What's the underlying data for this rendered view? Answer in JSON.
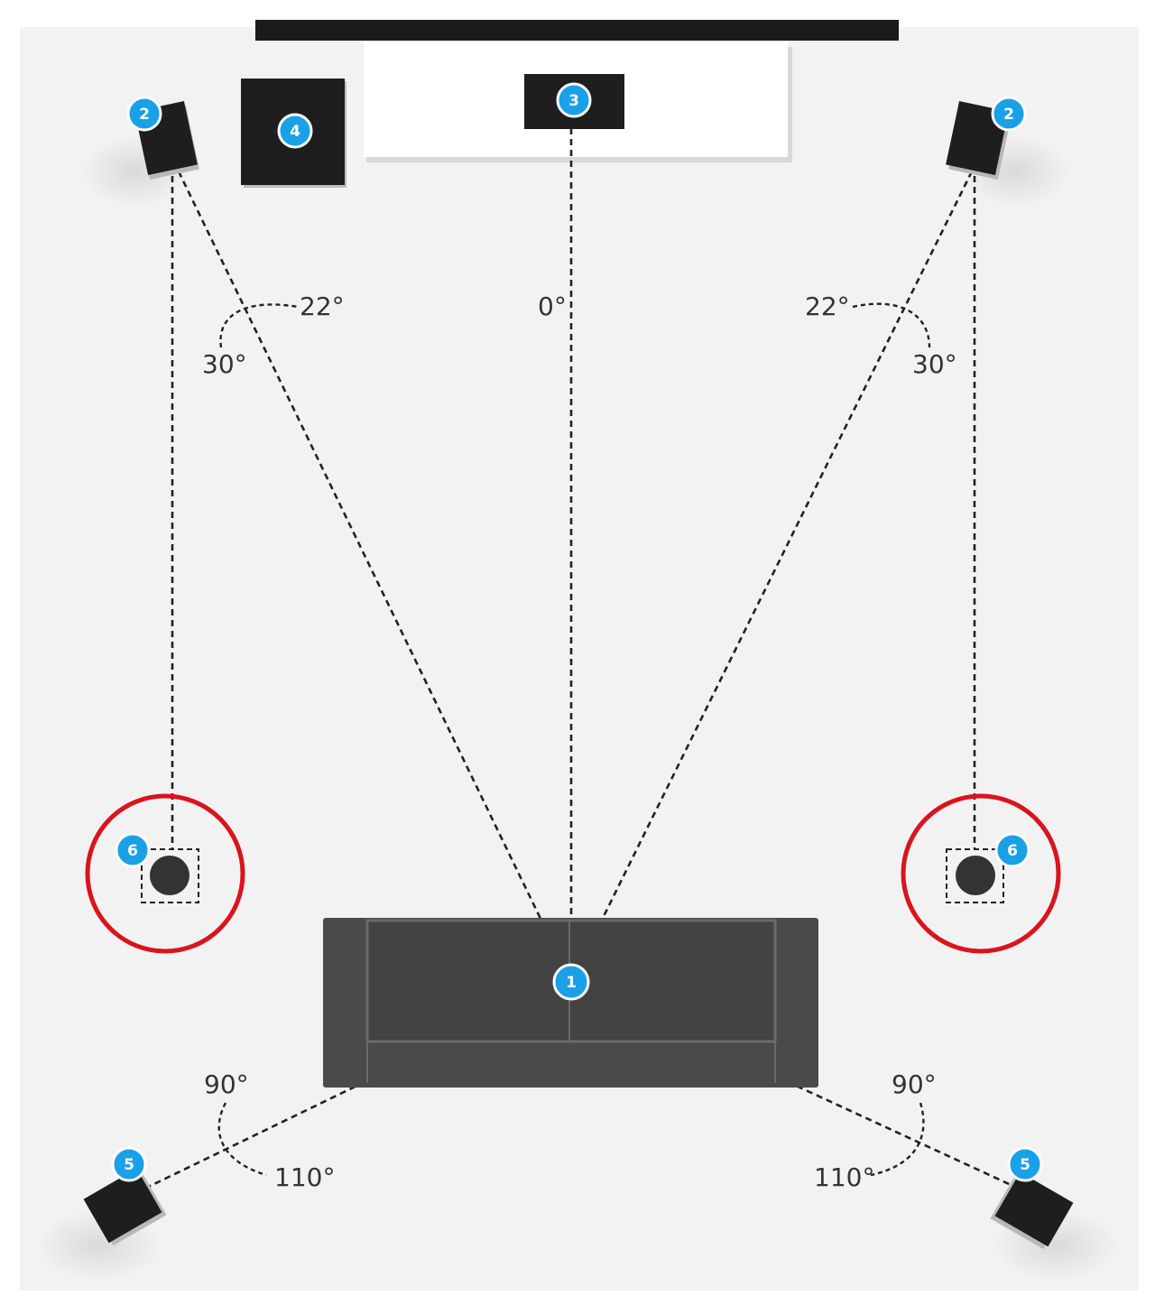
{
  "colors": {
    "badge": "#1aa0e6",
    "speaker": "#1e1e1e",
    "sofa": "#4a4a4a",
    "highlight": "#d9141e",
    "floor": "#f2f2f2"
  },
  "badges": {
    "listener": "1",
    "front_left": "2",
    "front_right": "2",
    "center": "3",
    "subwoofer": "4",
    "surround_left": "5",
    "surround_right": "5",
    "ceiling_left": "6",
    "ceiling_right": "6"
  },
  "angles": {
    "front_left_inner": "22°",
    "front_left_outer": "30°",
    "center": "0°",
    "front_right_inner": "22°",
    "front_right_outer": "30°",
    "surround_left_inner": "90°",
    "surround_left_outer": "110°",
    "surround_right_inner": "90°",
    "surround_right_outer": "110°"
  }
}
